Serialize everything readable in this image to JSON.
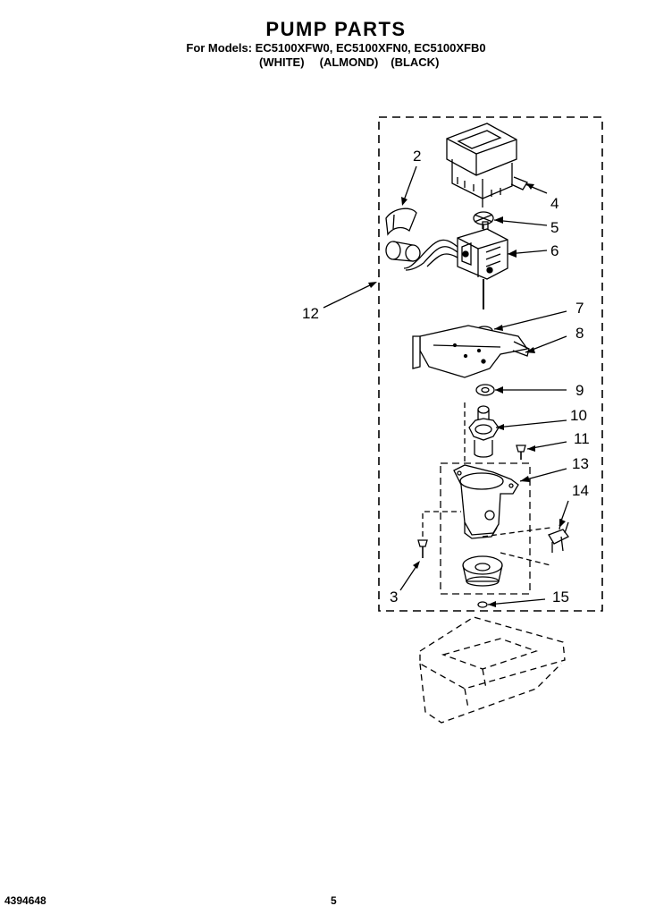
{
  "header": {
    "title": "PUMP PARTS",
    "models_line": "For Models: EC5100XFW0, EC5100XFN0, EC5100XFB0",
    "color_white": "(WHITE)",
    "color_almond": "(ALMOND)",
    "color_black": "(BLACK)"
  },
  "callouts": [
    "2",
    "4",
    "5",
    "6",
    "12",
    "7",
    "8",
    "9",
    "10",
    "11",
    "13",
    "14",
    "3",
    "15"
  ],
  "footer": {
    "doc_number": "4394648",
    "page_number": "5"
  }
}
